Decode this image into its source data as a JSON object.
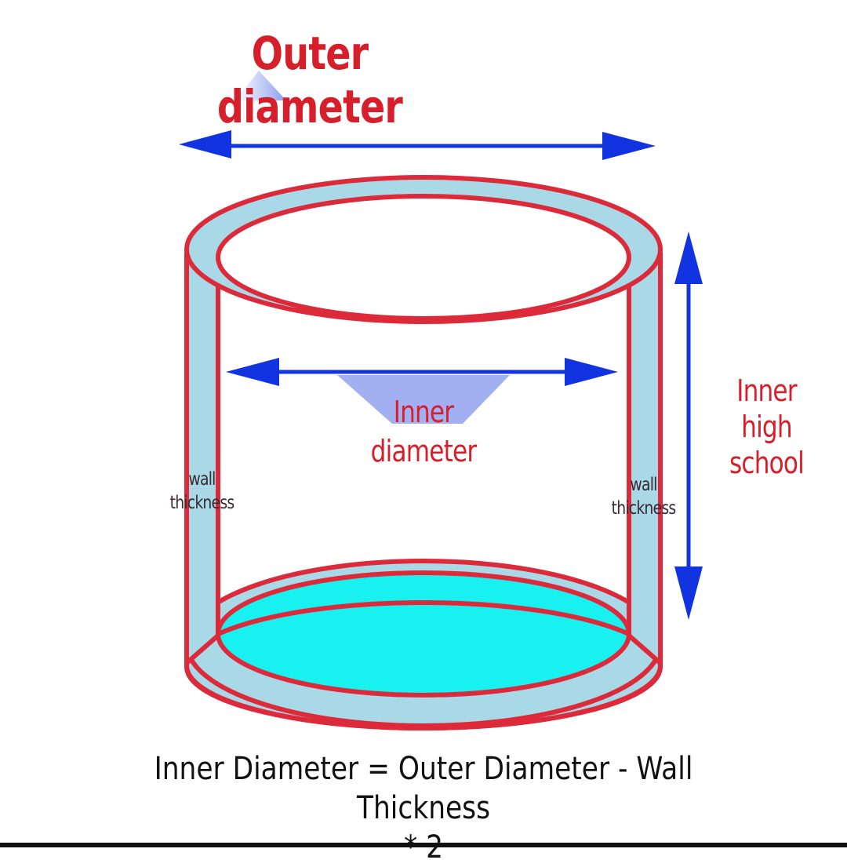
{
  "labels": {
    "outer_line1": "Outer",
    "outer_line2": "diameter",
    "inner_line1": "Inner",
    "inner_line2": "diameter",
    "height_line1": "Inner",
    "height_line2": "high",
    "height_line3": "school",
    "wall_left_line1": "wall",
    "wall_left_line2": "thickness",
    "wall_right_line1": "wall",
    "wall_right_line2": "thickness"
  },
  "formula": {
    "line1": "Inner Diameter = Outer Diameter - Wall Thickness",
    "line2": "* 2"
  },
  "colors": {
    "outline": "#dc2a3a",
    "wall_fill": "#a9d8e6",
    "base_fill": "#19f0f0",
    "arrow": "#1233e0",
    "label_red": "#d5202c",
    "label_dark": "#3a2a33"
  }
}
